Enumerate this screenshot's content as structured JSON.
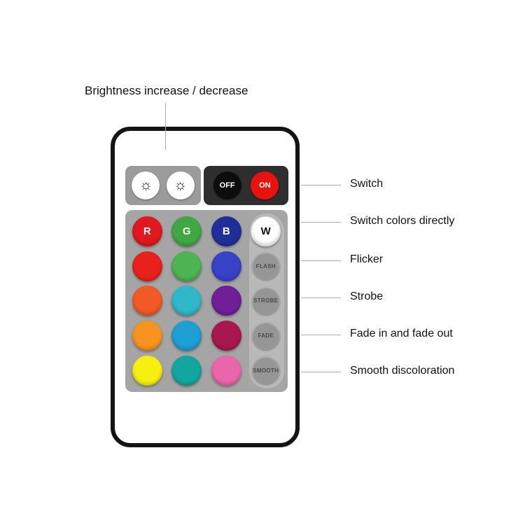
{
  "top_annotation": {
    "label": "Brightness increase / decrease"
  },
  "right_annotations": [
    {
      "label": "Switch"
    },
    {
      "label": "Switch colors directly"
    },
    {
      "label": "Flicker"
    },
    {
      "label": "Strobe"
    },
    {
      "label": "Fade in and fade out"
    },
    {
      "label": "Smooth discoloration"
    }
  ],
  "remote": {
    "top_buttons": [
      {
        "name": "brightness-up",
        "glyph": "☼",
        "bg": "#ffffff",
        "fg": "#1a1a1a"
      },
      {
        "name": "brightness-down",
        "glyph": "☼",
        "bg": "#ffffff",
        "fg": "#1a1a1a"
      },
      {
        "name": "off",
        "label": "OFF",
        "bg": "#0d0d0d",
        "fg": "#ffffff"
      },
      {
        "name": "on",
        "label": "ON",
        "bg": "#e8120f",
        "fg": "#ffffff"
      }
    ],
    "grid_buttons": [
      [
        {
          "label": "R",
          "bg": "#e01820",
          "fg": "#ffffff"
        },
        {
          "label": "G",
          "bg": "#3fa845",
          "fg": "#ffffff"
        },
        {
          "label": "B",
          "bg": "#1f2f9a",
          "fg": "#ffffff"
        },
        {
          "label": "W",
          "bg": "#ffffff",
          "fg": "#111111"
        }
      ],
      [
        {
          "bg": "#e8211d"
        },
        {
          "bg": "#4cb450"
        },
        {
          "bg": "#3742c8"
        },
        {
          "label": "FLASH",
          "bg": "#969696",
          "fg": "#4a4a4a",
          "fn": true
        }
      ],
      [
        {
          "bg": "#f05a24"
        },
        {
          "bg": "#30b8c8"
        },
        {
          "bg": "#701f99"
        },
        {
          "label": "STROBE",
          "bg": "#969696",
          "fg": "#4a4a4a",
          "fn": true
        }
      ],
      [
        {
          "bg": "#f6941f"
        },
        {
          "bg": "#1e9fd4"
        },
        {
          "bg": "#a8184e"
        },
        {
          "label": "FADE",
          "bg": "#969696",
          "fg": "#4a4a4a",
          "fn": true
        }
      ],
      [
        {
          "bg": "#f6ef0f"
        },
        {
          "bg": "#12a79e"
        },
        {
          "bg": "#ea66ab"
        },
        {
          "label": "SMOOTH",
          "bg": "#969696",
          "fg": "#4a4a4a",
          "fn": true
        }
      ]
    ]
  },
  "colors": {
    "panel": "#a5a5a5",
    "top_left_block": "#9b9b9b",
    "top_right_block": "#2e2e2e",
    "fn_strip": "#b9b9b9",
    "line": "#ababab",
    "remote_border": "#141414"
  }
}
